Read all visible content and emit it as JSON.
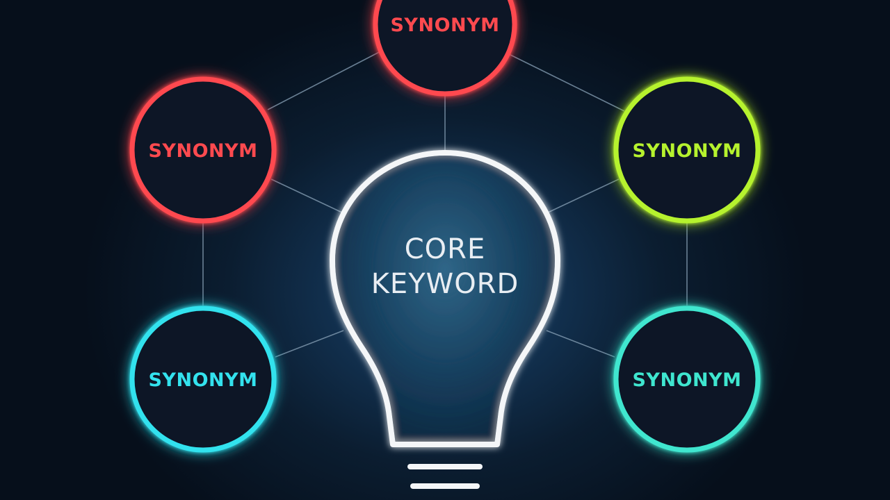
{
  "center": {
    "line1": "CORE",
    "line2": "KEYWORD",
    "color": "#f4f6f8"
  },
  "nodes": [
    {
      "id": "top",
      "label": "SYNONYM",
      "color": "#ff4a4f"
    },
    {
      "id": "upper-left",
      "label": "SYNONYM",
      "color": "#ff4a4f"
    },
    {
      "id": "upper-right",
      "label": "SYNONYM",
      "color": "#b6f22e"
    },
    {
      "id": "lower-left",
      "label": "SYNONYM",
      "color": "#33e2ee"
    },
    {
      "id": "lower-right",
      "label": "SYNONYM",
      "color": "#3fe6cf"
    }
  ],
  "connector_color": "#8aa3b8"
}
